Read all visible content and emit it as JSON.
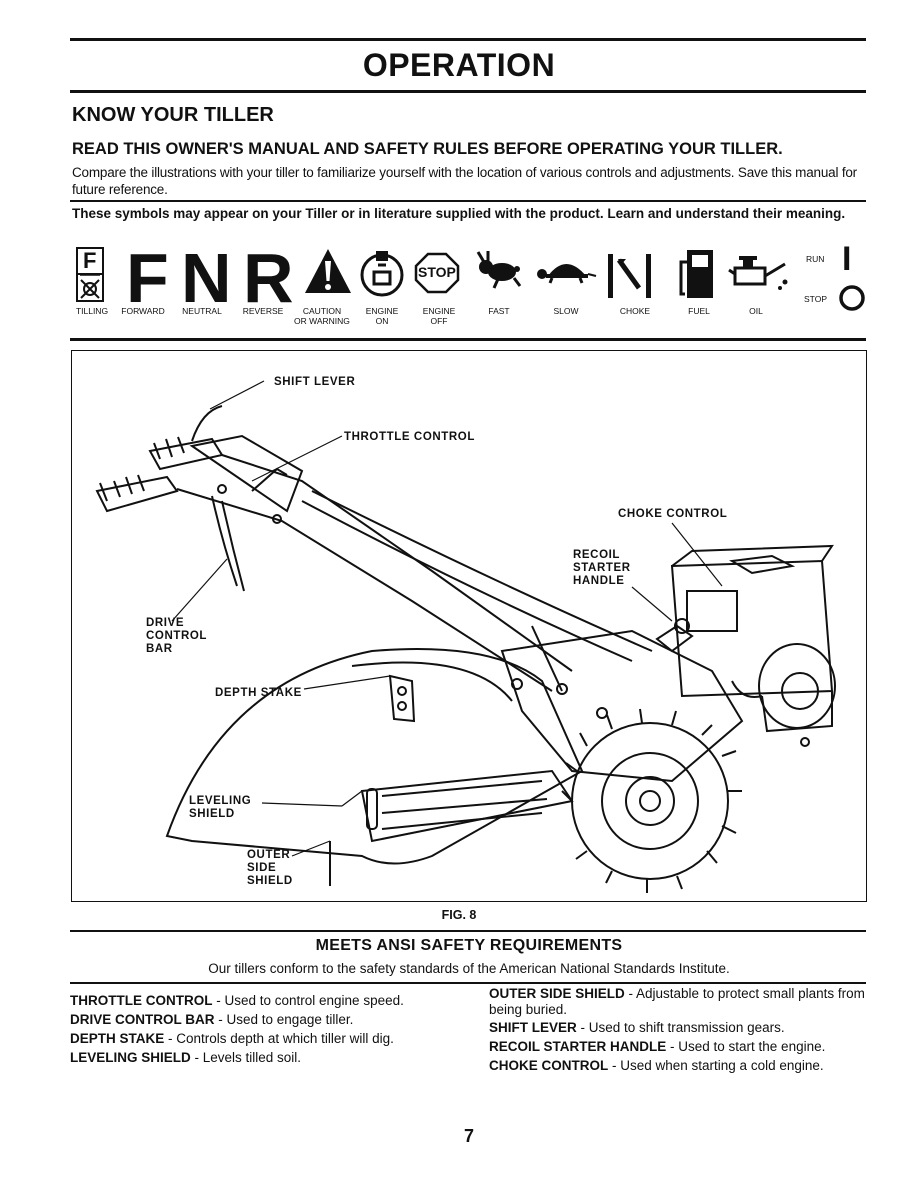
{
  "page": {
    "title": "OPERATION",
    "section_heading": "KNOW YOUR TILLER",
    "read_notice": "READ THIS OWNER'S MANUAL AND SAFETY RULES BEFORE OPERATING YOUR TILLER.",
    "intro_text": "Compare the illustrations with your tiller to familiarize yourself with the location of various controls and adjustments. Save this manual for future reference.",
    "symbols_intro": "These symbols may appear on your Tiller or in literature supplied with the product. Learn and understand their meaning.",
    "page_number": "7"
  },
  "symbols": {
    "tilling": "TILLING",
    "forward": "FORWARD",
    "neutral": "NEUTRAL",
    "reverse": "REVERSE",
    "caution_l1": "CAUTION",
    "caution_l2": "OR WARNING",
    "engine_on_l1": "ENGINE",
    "engine_on_l2": "ON",
    "engine_off_l1": "ENGINE",
    "engine_off_l2": "OFF",
    "fast": "FAST",
    "slow": "SLOW",
    "choke": "CHOKE",
    "fuel": "FUEL",
    "oil": "OIL",
    "run": "RUN",
    "stop": "STOP",
    "glyph_f_small": "F",
    "glyph_f": "F",
    "glyph_n": "N",
    "glyph_r": "R",
    "glyph_stop": "STOP",
    "glyph_run": "I",
    "glyph_stop_circle": "O"
  },
  "figure": {
    "caption": "FIG. 8",
    "callouts": {
      "shift_lever": "SHIFT LEVER",
      "throttle_control": "THROTTLE CONTROL",
      "choke_control": "CHOKE CONTROL",
      "recoil_l1": "RECOIL",
      "recoil_l2": "STARTER",
      "recoil_l3": "HANDLE",
      "drive_l1": "DRIVE",
      "drive_l2": "CONTROL",
      "drive_l3": "BAR",
      "depth_stake": "DEPTH STAKE",
      "leveling_l1": "LEVELING",
      "leveling_l2": "SHIELD",
      "outer_l1": "OUTER",
      "outer_l2": "SIDE",
      "outer_l3": "SHIELD"
    }
  },
  "ansi": {
    "heading": "MEETS ANSI SAFETY REQUIREMENTS",
    "text": "Our tillers conform to the safety standards of the American National Standards Institute."
  },
  "definitions": {
    "left": [
      {
        "term": "THROTTLE CONTROL",
        "desc": " - Used to control engine speed."
      },
      {
        "term": "DRIVE CONTROL BAR",
        "desc": " - Used to engage tiller."
      },
      {
        "term": "DEPTH STAKE",
        "desc": " - Controls depth at which tiller will dig."
      },
      {
        "term": "LEVELING SHIELD",
        "desc": " - Levels tilled soil."
      }
    ],
    "right": [
      {
        "term": "OUTER SIDE SHIELD",
        "desc": " - Adjustable to protect small plants from being buried."
      },
      {
        "term": "SHIFT LEVER",
        "desc": " - Used to shift transmission gears."
      },
      {
        "term": "RECOIL STARTER HANDLE",
        "desc": " - Used to start the engine."
      },
      {
        "term": "CHOKE CONTROL",
        "desc": " - Used  when starting a cold engine."
      }
    ]
  }
}
